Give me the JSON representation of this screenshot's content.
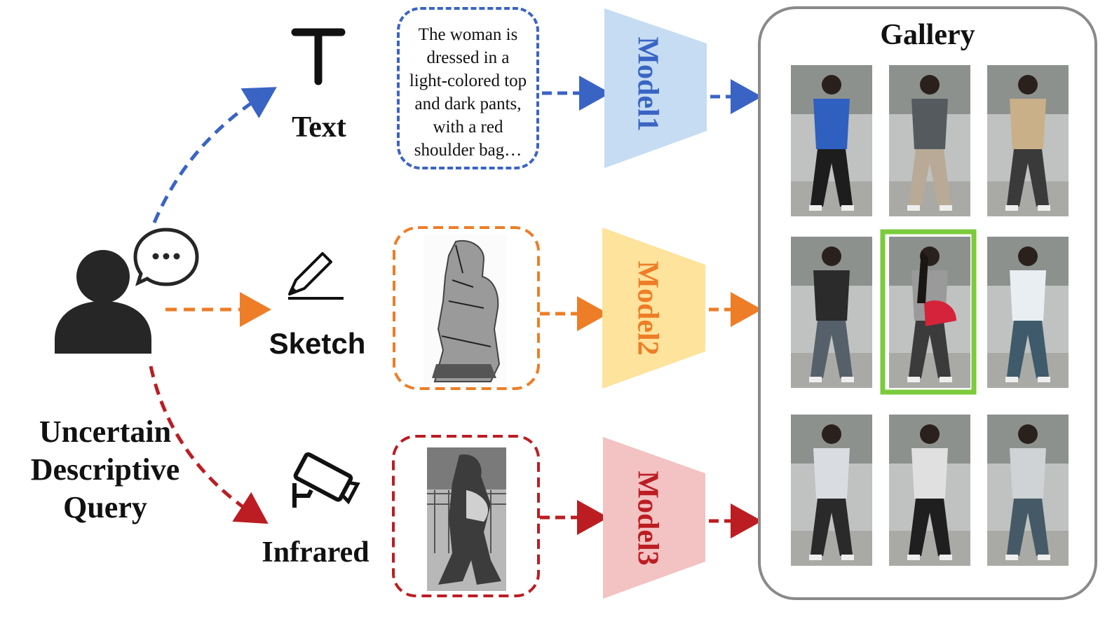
{
  "query_label": [
    "Uncertain",
    "Descriptive",
    "Query"
  ],
  "modalities": {
    "text": "Text",
    "sketch": "Sketch",
    "infrared": "Infrared"
  },
  "text_query": [
    "The woman is",
    "dressed in a",
    "light-colored top",
    "and dark pants,",
    "with a red",
    "shoulder bag…"
  ],
  "models": [
    {
      "name": "Model1",
      "fill": "#c5dcf2",
      "text_color": "#3a64c4"
    },
    {
      "name": "Model2",
      "fill": "#fde39c",
      "text_color": "#ee7d27"
    },
    {
      "name": "Model3",
      "fill": "#f3c2c2",
      "text_color": "#bb1d22"
    }
  ],
  "gallery": {
    "title": "Gallery",
    "grid": "3x3",
    "highlighted_cell": "row 2, column 2",
    "highlight_color": "#7ccb3c"
  },
  "colors": {
    "text_path": "#3a64c4",
    "sketch_path": "#ee7d27",
    "infrared_path": "#bb1d22",
    "person_icon": "#262626"
  },
  "icons": [
    "person-icon",
    "speech-bubble-icon",
    "text-t-icon",
    "pencil-icon",
    "camera-icon"
  ]
}
